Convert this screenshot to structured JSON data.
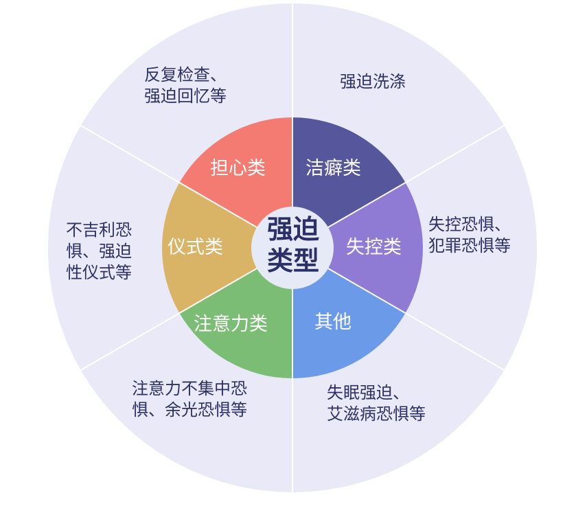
{
  "title": "强迫\n类型",
  "colors": {
    "outer_bg": "#e9e9f7",
    "center_bg": "#e6eaf7",
    "divider": "#ffffff"
  },
  "segments": [
    {
      "label": "洁癖类",
      "examples": "强迫洗涤",
      "color": "#55569c"
    },
    {
      "label": "失控类",
      "examples": "失控恐惧、\n犯罪恐惧等",
      "color": "#8f7bd4"
    },
    {
      "label": "其他",
      "examples": "失眠强迫、\n艾滋病恐惧等",
      "color": "#6b9ae8"
    },
    {
      "label": "注意力类",
      "examples": "注意力不集中恐\n惧、余光恐惧等",
      "color": "#7bbd74"
    },
    {
      "label": "仪式类",
      "examples": "不吉利恐\n惧、强迫\n性仪式等",
      "color": "#d9b366"
    },
    {
      "label": "担心类",
      "examples": "反复检查、\n强迫回忆等",
      "color": "#f47b72"
    }
  ]
}
